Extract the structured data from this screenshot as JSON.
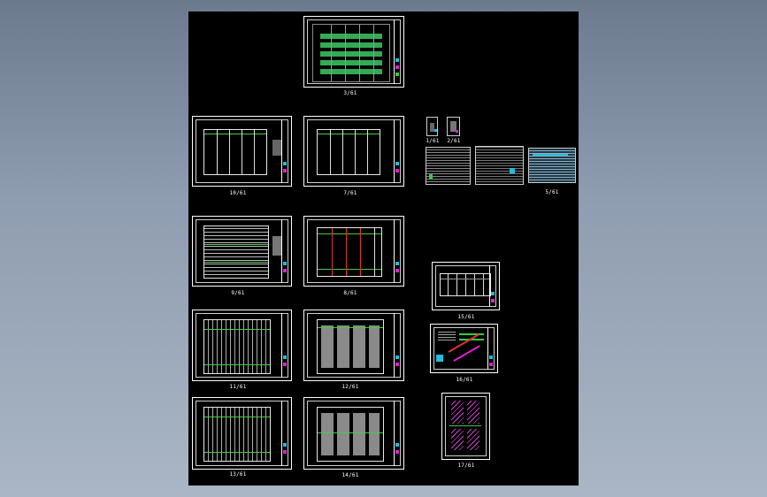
{
  "drawings": [
    {
      "label": "3/61"
    },
    {
      "label": "10/61"
    },
    {
      "label": "7/61"
    },
    {
      "label": "9/61"
    },
    {
      "label": "8/61"
    },
    {
      "label": "11/61"
    },
    {
      "label": "12/61"
    },
    {
      "label": "13/61"
    },
    {
      "label": "14/61"
    },
    {
      "label": "1/61"
    },
    {
      "label": "2/61"
    },
    {
      "label": "5/61"
    },
    {
      "label": "15/61"
    },
    {
      "label": "16/61"
    },
    {
      "label": "17/61"
    }
  ],
  "colors": {
    "canvas": "#000000",
    "line": "#ffffff",
    "accent_green": "#33cc44",
    "accent_cyan": "#22bbdd",
    "accent_magenta": "#dd22cc",
    "accent_red": "#dd3333"
  }
}
